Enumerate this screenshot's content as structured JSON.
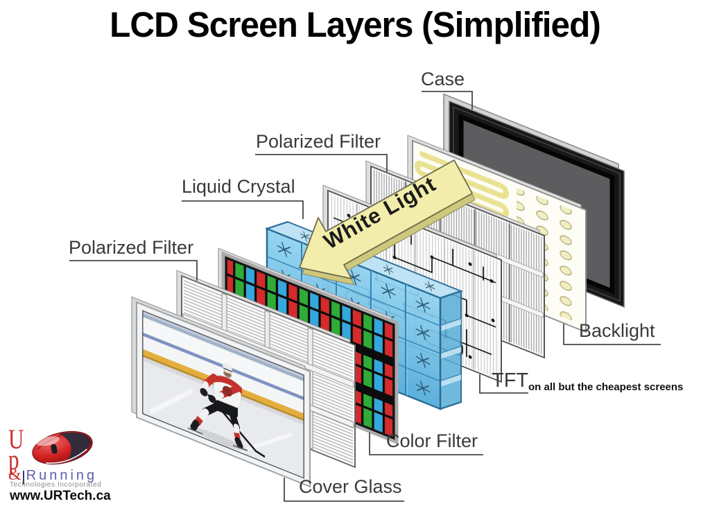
{
  "title": "LCD Screen Layers (Simplified)",
  "diagram": {
    "arrow": {
      "label": "White Light",
      "color": "#f2edaa"
    },
    "labels": {
      "case": "Case",
      "polarized_filter_rear": "Polarized Filter",
      "liquid_crystal": "Liquid Crystal",
      "polarized_filter_front": "Polarized Filter",
      "backlight": "Backlight",
      "tft": "TFT",
      "tft_note": "on all but the cheapest screens",
      "color_filter": "Color Filter",
      "cover_glass": "Cover Glass"
    },
    "colors": {
      "subpixel_red": "#d42b2b",
      "subpixel_green": "#2fab37",
      "subpixel_blue": "#35a7dc",
      "liquid_crystal_blue": "#5fb7e3",
      "case_black": "#181818",
      "led_cream": "#f2eec2",
      "arrow_yellow": "#f2edaa"
    }
  },
  "logo": {
    "word_up": "Up",
    "ampersand": "&",
    "word_running": "Running",
    "tagline": "Technologies Incorporated",
    "website": "www.URTech.ca"
  }
}
